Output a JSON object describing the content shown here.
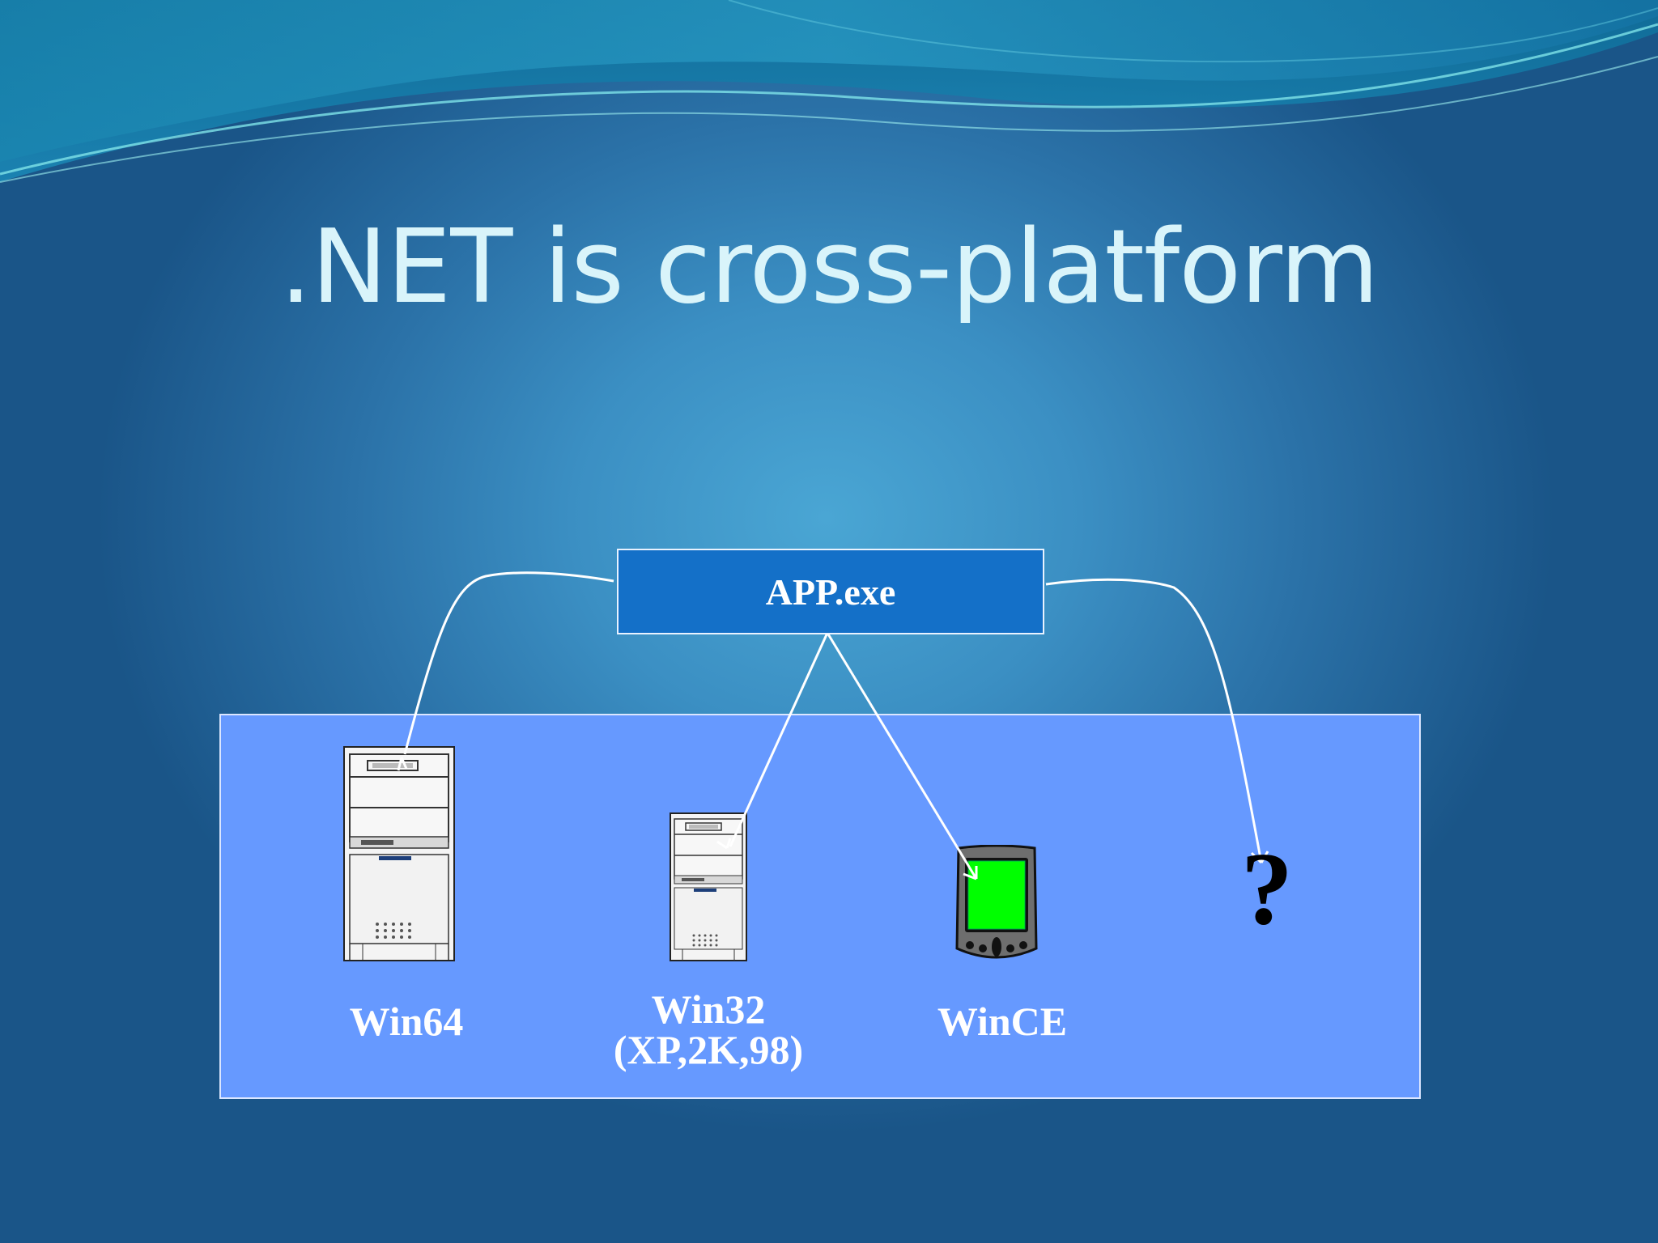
{
  "slide": {
    "title": ".NET is cross-platform"
  },
  "diagram": {
    "app_label": "APP.exe",
    "platforms": [
      {
        "label": "Win64",
        "icon": "tower-computer-icon"
      },
      {
        "label_line1": "Win32",
        "label_line2": "(XP,2K,98)",
        "icon": "small-tower-computer-icon"
      },
      {
        "label": "WinCE",
        "icon": "handheld-pda-icon"
      },
      {
        "label": "?",
        "icon": "question-mark"
      }
    ]
  },
  "colors": {
    "background": "#3b8fc3",
    "platform_box": "#6699ff",
    "app_box": "#1470c8",
    "title_text": "#d9f4fa",
    "pda_screen": "#00ff00"
  }
}
